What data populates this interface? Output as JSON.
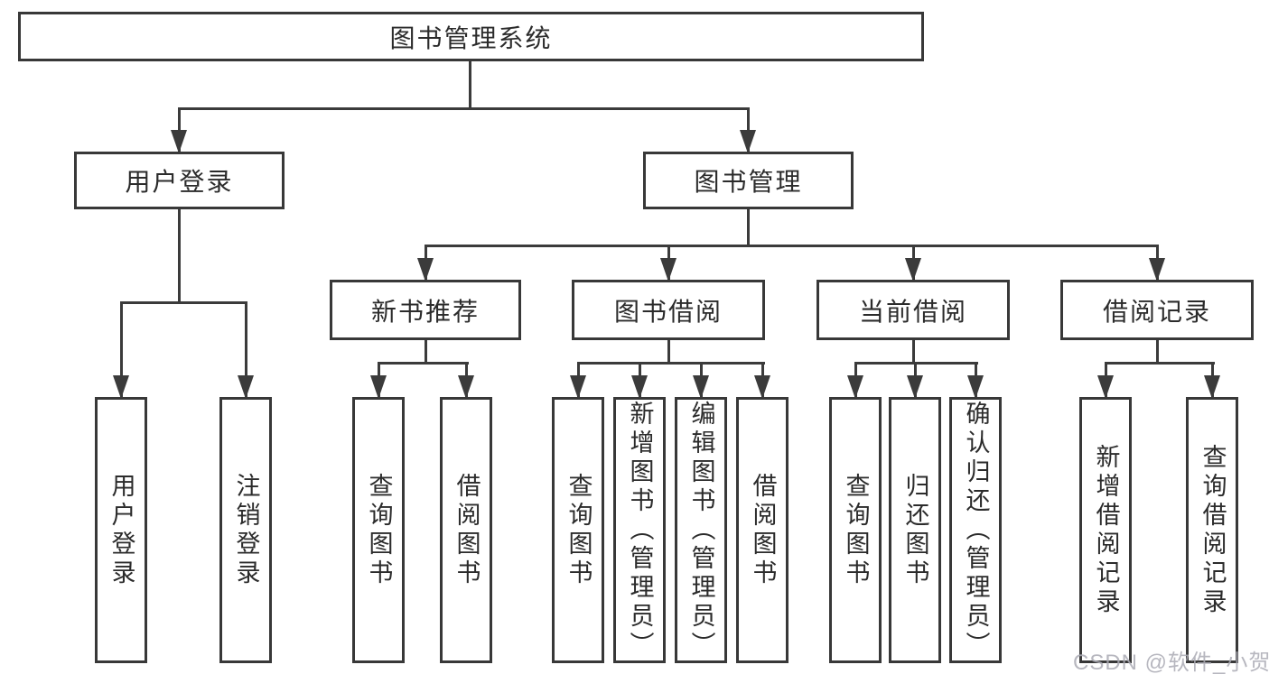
{
  "root": {
    "label": "图书管理系统"
  },
  "branches": [
    {
      "label": "用户登录",
      "children": [
        {
          "label": "用户登录"
        },
        {
          "label": "注销登录"
        }
      ]
    },
    {
      "label": "图书管理",
      "children": [
        {
          "label": "新书推荐",
          "children": [
            {
              "label": "查询图书"
            },
            {
              "label": "借阅图书"
            }
          ]
        },
        {
          "label": "图书借阅",
          "children": [
            {
              "label": "查询图书"
            },
            {
              "label": "新增图书（管理员）"
            },
            {
              "label": "编辑图书（管理员）"
            },
            {
              "label": "借阅图书"
            }
          ]
        },
        {
          "label": "当前借阅",
          "children": [
            {
              "label": "查询图书"
            },
            {
              "label": "归还图书"
            },
            {
              "label": "确认归还（管理员）"
            }
          ]
        },
        {
          "label": "借阅记录",
          "children": [
            {
              "label": "新增借阅记录"
            },
            {
              "label": "查询借阅记录"
            }
          ]
        }
      ]
    }
  ],
  "watermark": "CSDN @软件_小贺同学",
  "colors": {
    "line": "#3b3b3b",
    "box_border": "#383838",
    "text": "#2b2b2b",
    "watermark": "#aaaab4",
    "background": "#ffffff"
  }
}
